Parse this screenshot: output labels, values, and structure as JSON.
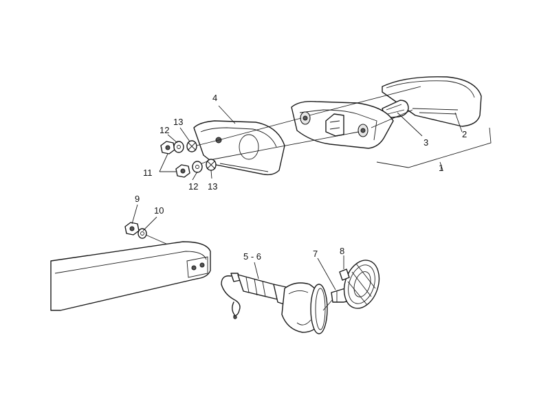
{
  "callouts": {
    "c1": "1",
    "c2": "2",
    "c3": "3",
    "c4": "4",
    "c5_6": "5 - 6",
    "c7": "7",
    "c8": "8",
    "c9": "9",
    "c10": "10",
    "c11": "11",
    "c12a": "12",
    "c12b": "12",
    "c13a": "13",
    "c13b": "13"
  }
}
